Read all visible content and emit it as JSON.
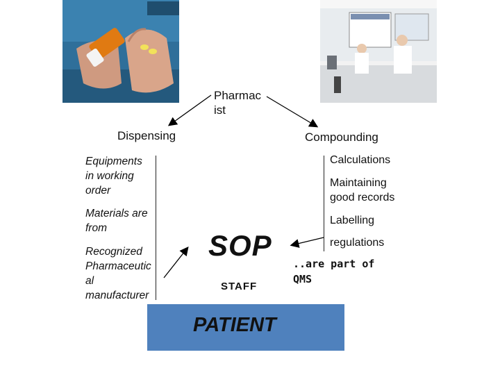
{
  "top": {
    "pharmacist": "Pharmac\nist"
  },
  "left": {
    "heading": "Dispensing",
    "items": [
      "Equipments\nin working\norder",
      "Materials are\nfrom",
      "Recognized\nPharmaceutic\nal\nmanufacturer"
    ]
  },
  "right": {
    "heading": "Compounding",
    "items": [
      "Calculations",
      "Maintaining\ngood records",
      "Labelling",
      "regulations"
    ]
  },
  "center": {
    "sop": "SOP",
    "staff": "STAFF",
    "qms": "..are part of\nQMS"
  },
  "bottom": {
    "patient": "PATIENT"
  },
  "colors": {
    "patient_box": "#4f81bd"
  },
  "images": [
    "hands-holding-pill-bottle-photo",
    "pharmacy-compounding-lab-photo"
  ]
}
